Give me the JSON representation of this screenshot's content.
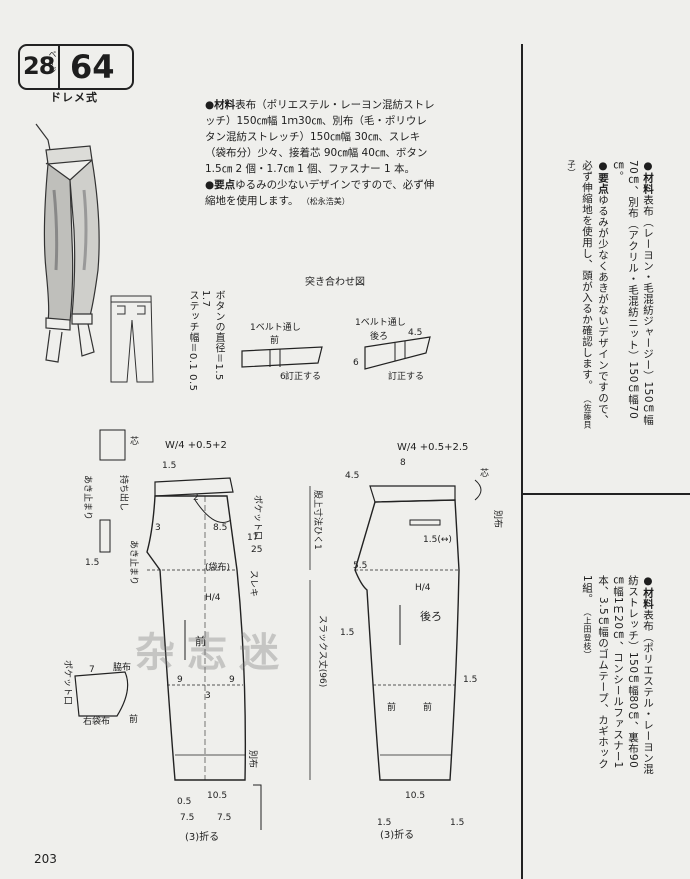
{
  "badge": {
    "page": "28",
    "page_suffix": "ページ",
    "number": "64",
    "style": "ドレメ式"
  },
  "left_notes": {
    "materials_label": "●材料",
    "materials_text": "表布（ポリエステル・レーヨン混紡ストレッチ）150㎝幅 1ｍ30㎝、別布（毛・ポリウレタン混紡ストレッチ）150㎝幅 30㎝、スレキ（袋布分）少々、接着芯 90㎝幅 40㎝、ボタン 1.5㎝ 2 個・1.7㎝ 1 個、ファスナー 1 本。",
    "points_label": "●要点",
    "points_text": "ゆるみの少ないデザインですので、必ず伸縮地を使用します。",
    "credit": "（松永浩美）"
  },
  "right_top_notes": {
    "materials_label": "●材料",
    "materials_text": "表布（レーヨン・毛混紡ジャージー）150㎝幅70㎝、別布（アクリル・毛混紡ニット）150㎝幅70㎝。",
    "points_label": "●要点",
    "points_text": "ゆるみが少なくあきがないデザインですので、必ず伸縮地を使用し、頭が入るか確認します。",
    "credit": "（佐藤貝子）"
  },
  "right_bottom_notes": {
    "materials_label": "●材料",
    "materials_text": "表布（ポリエステル・レーヨン混紡ストレッチ）150㎝幅80㎝、裏布90㎝幅1ｍ20㎝、コンシールファスナー1本、3.5㎝幅のゴムテープ、カギホック1組。",
    "credit": "（上田登枝）"
  },
  "pattern": {
    "button_note": "ボタンの直径＝1.5 1.7",
    "stitch_note": "ステッチ幅＝0.1 0.5",
    "butt_title": "突き合わせ図",
    "belt_loop": "1ベルト通し",
    "front": "前",
    "back": "後ろ",
    "stitch_stop": "訂正する",
    "n_4_5": "4.5",
    "n_6": "6",
    "pocket_mouth": "ポケット口",
    "pocket_bag": "(袋布)",
    "sleki": "スレキ",
    "opening_stop": "あき止まり",
    "extension": "持ち出し",
    "crotch_depth": "股上寸法ひく1",
    "slacks_length": "スラックス丈(96)",
    "waist_front": "W/4 +0.5+2",
    "waist_back": "W/4 +0.5+2.5",
    "bessu": "別布",
    "side_cloth": "脇布",
    "right_bag": "右袋布",
    "hip_front": "H/4",
    "hip_back": "H/4",
    "hem_front": "(3)折る",
    "hem_back": "(3)折る",
    "core": "芯",
    "n_1_5": "1.5",
    "n_3": "3",
    "n_2": "2",
    "n_1": "1",
    "n_0_5": "0.5",
    "n_10_5": "10.5",
    "n_7_5": "7.5",
    "n_8_5": "8.5",
    "n_17": "17",
    "n_25": "25",
    "n_9": "9",
    "n_8": "8",
    "n_5_5": "5.5",
    "n_15_plus": "1.5(↔)",
    "n_7": "7"
  },
  "watermark": "杂志迷",
  "page_number": "203"
}
